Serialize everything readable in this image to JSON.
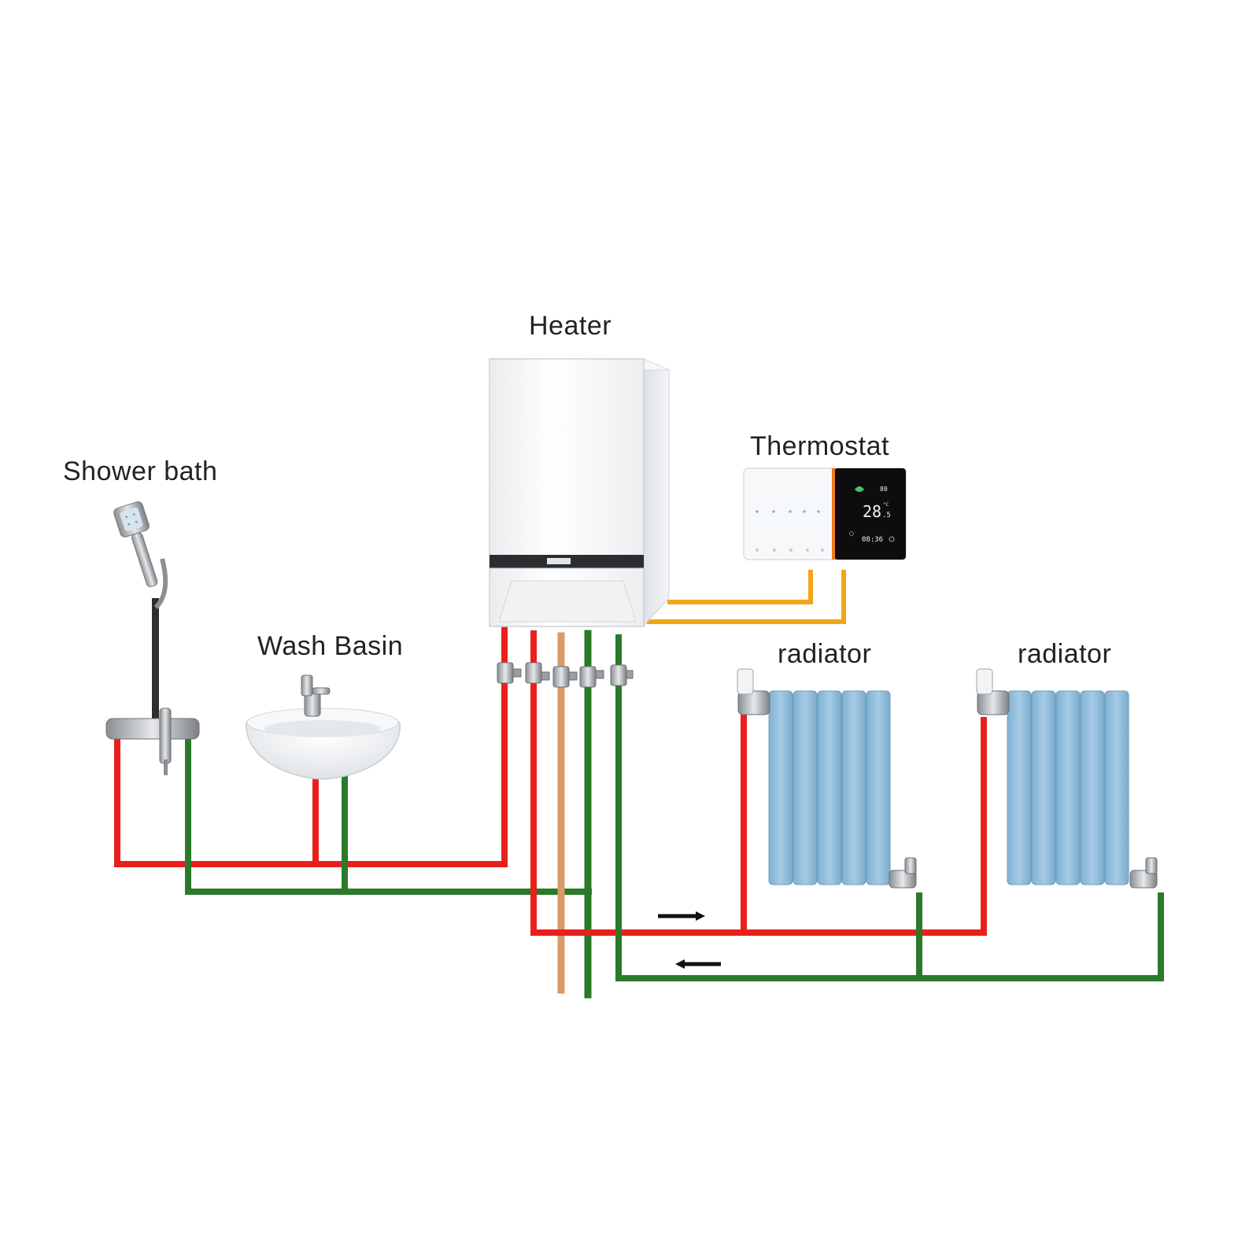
{
  "labels": {
    "heater": "Heater",
    "thermostat": "Thermostat",
    "shower": "Shower bath",
    "basin": "Wash Basin",
    "radiator_1": "radiator",
    "radiator_2": "radiator"
  },
  "thermostat_display": {
    "temperature": "28",
    "temperature_decimal": ".5",
    "unit": "°C",
    "clock": "08:36",
    "humidity": "80"
  },
  "colors": {
    "hot_water": "#e8201c",
    "return_water": "#2a7a2a",
    "gas": "#d99a6a",
    "control_wire": "#f2a516",
    "radiator": "#8fbfdc",
    "boiler": "#f4f5f6"
  },
  "icons": [
    "arrow-right-icon",
    "arrow-left-icon"
  ]
}
